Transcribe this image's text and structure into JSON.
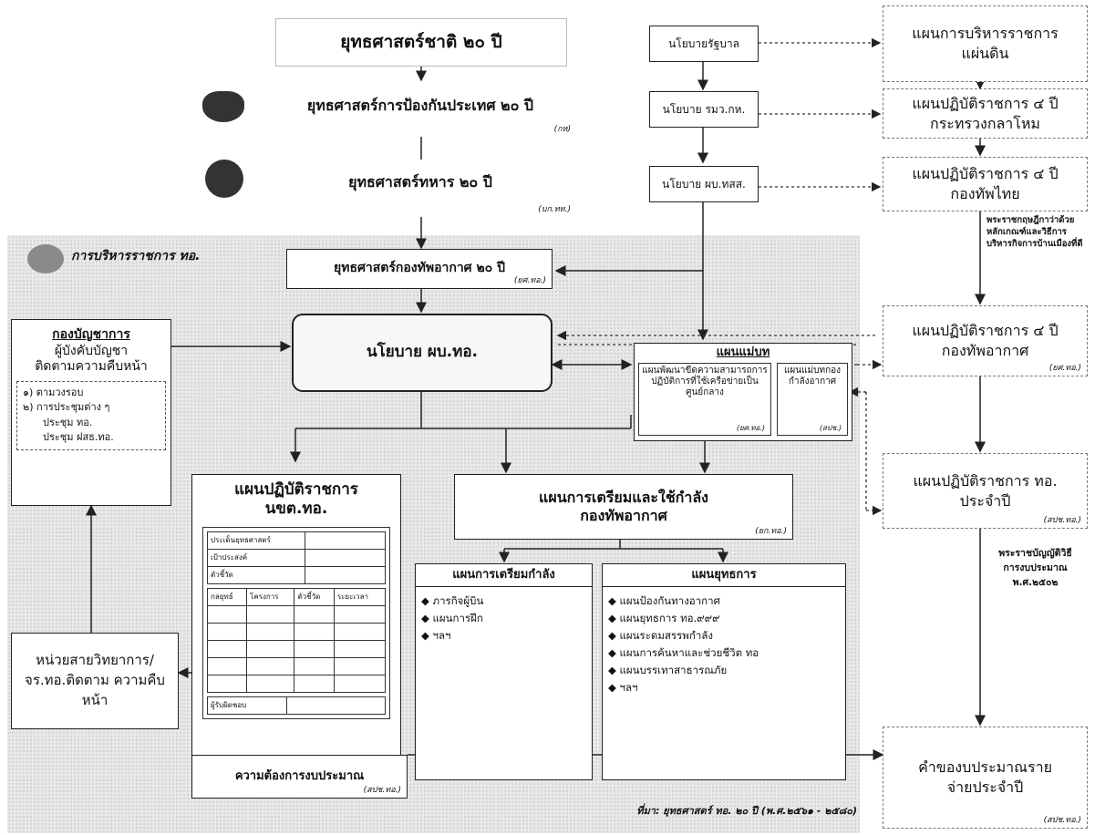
{
  "top": {
    "national_strategy": "ยุทธศาสตร์ชาติ ๒๐ ปี",
    "defense_strategy": "ยุทธศาสตร์การป้องกันประเทศ ๒๐ ปี",
    "defense_strategy_note": "(กห)",
    "military_strategy": "ยุทธศาสตร์ทหาร ๒๐ ปี",
    "military_strategy_note": "(บก.ทท.)"
  },
  "policy_column": {
    "gov_policy": "นโยบายรัฐบาล",
    "mod_policy": "นโยบาย รมว.กห.",
    "rtarf_policy": "นโยบาย ผบ.ทสส."
  },
  "right_column": {
    "state_admin_plan": "แผนการบริหารราชการแผ่นดิน",
    "mod_4yr_plan": "แผนปฏิบัติราชการ ๔ ปี กระทรวงกลาโหม",
    "rtarf_4yr_plan": "แผนปฏิบัติราชการ ๔ ปี กองทัพไทย",
    "decree_note": "พระราชกฤษฎีกาว่าด้วยหลักเกณฑ์และวิธีการบริหารกิจการบ้านเมืองที่ดี",
    "rtaf_4yr_plan": "แผนปฏิบัติราชการ ๔ ปี กองทัพอากาศ",
    "rtaf_4yr_plan_note": "(ยศ.ทอ.)",
    "annual_plan": "แผนปฏิบัติราชการ ทอ. ประจำปี",
    "annual_plan_note": "(สปช.ทอ.)",
    "budget_act_note": "พระราชบัญญัติวิธีการงบประมาณ พ.ศ.๒๕๐๒",
    "budget_request": "คำของบประมาณรายจ่ายประจำปี",
    "budget_request_note": "(สปช.ทอ.)"
  },
  "panel": {
    "title": "การบริหารราชการ ทอ.",
    "af_strategy": "ยุทธศาสตร์กองทัพอากาศ ๒๐ ปี",
    "af_strategy_note": "(ยศ.ทอ.)",
    "commander_policy": "นโยบาย ผบ.ทอ.",
    "hq": {
      "title": "กองบัญชาการ",
      "line1": "ผู้บังคับบัญชา",
      "line2": "ติดตามความคืบหน้า",
      "item1": "๑) ตามวงรอบ",
      "item2": "๒) การประชุมต่าง ๆ",
      "item3": "ประชุม ทอ.",
      "item4": "ประชุม ฝสธ.ทอ."
    },
    "master_plan": {
      "title": "แผนแม่บท",
      "left": "แผนพัฒนาขีดความสามารถการปฏิบัติการที่ใช้เครือข่ายเป็นศูนย์กลาง",
      "left_note": "(ยศ.ทอ.)",
      "right": "แผนแม่บทกองกำลังอากาศ",
      "right_note": "(สปช.)"
    },
    "unit_plan": {
      "title": "แผนปฏิบัติราชการ นขต.ทอ.",
      "row1": "ประเด็นยุทธศาสตร์",
      "row2": "เป้าประสงค์",
      "row3": "ตัวชี้วัด",
      "col1": "กลยุทธ์",
      "col2": "โครงการ",
      "col3": "ตัวชี้วัด",
      "col4": "ระยะเวลา",
      "footer": "ผู้รับผิดชอบ"
    },
    "prep_plan": {
      "title": "แผนการเตรียมและใช้กำลัง กองทัพอากาศ",
      "note": "(ยก.ทอ.)"
    },
    "force_prep": {
      "title": "แผนการเตรียมกำลัง",
      "items": [
        "ภารกิจผู้บิน",
        "แผนการฝึก",
        "ฯลฯ"
      ]
    },
    "operations": {
      "title": "แผนยุทธการ",
      "items": [
        "แผนป้องกันทางอากาศ",
        "แผนยุทธการ ทอ.๙๙๙",
        "แผนระดมสรรพกำลัง",
        "แผนการค้นหาและช่วยชีวิต ทอ",
        "แผนบรรเทาสาธารณภัย",
        "ฯลฯ"
      ]
    },
    "staff_units": "หน่วยสายวิทยาการ/ จร.ทอ.ติดตาม ความคืบหน้า",
    "budget_needs": "ความต้องการงบประมาณ",
    "budget_needs_note": "(สปช.ทอ.)",
    "source": "ที่มา: ยุทธศาสตร์ ทอ. ๒๐ ปี (พ.ศ.๒๕๖๑ - ๒๕๘๐)"
  }
}
